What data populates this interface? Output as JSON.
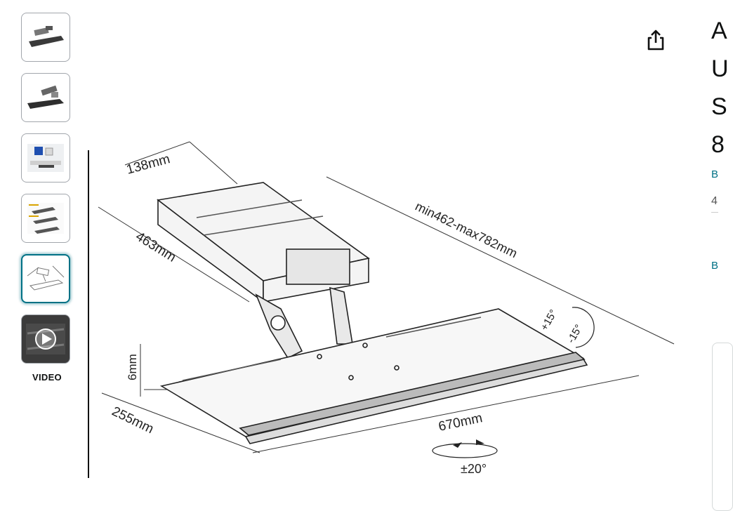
{
  "gallery": {
    "thumbnails": [
      {
        "name": "thumbnail-1",
        "kind": "image",
        "selected": false
      },
      {
        "name": "thumbnail-2",
        "kind": "image",
        "selected": false
      },
      {
        "name": "thumbnail-3",
        "kind": "image",
        "selected": false
      },
      {
        "name": "thumbnail-4",
        "kind": "image",
        "selected": false
      },
      {
        "name": "thumbnail-5",
        "kind": "image",
        "selected": true
      },
      {
        "name": "thumbnail-video",
        "kind": "video",
        "selected": false
      }
    ],
    "video_label": "VIDEO"
  },
  "diagram": {
    "dimensions": {
      "bracket_width": "138mm",
      "bracket_depth": "463mm",
      "extension": "min462-max782mm",
      "tilt_up": "+15°",
      "tilt_down": "-15°",
      "thickness": "6mm",
      "tray_depth": "255mm",
      "tray_width": "670mm",
      "swivel": "±20°"
    }
  },
  "product": {
    "title_lines": [
      "A",
      "U",
      "S",
      "8"
    ],
    "byline_1": "B",
    "rating_fragment": "4",
    "byline_2": "B"
  },
  "icons": {
    "share": "share-icon",
    "play": "play-icon"
  },
  "colors": {
    "selected_border": "#007185",
    "link": "#007185",
    "thumb_border": "#a2a6ac"
  }
}
